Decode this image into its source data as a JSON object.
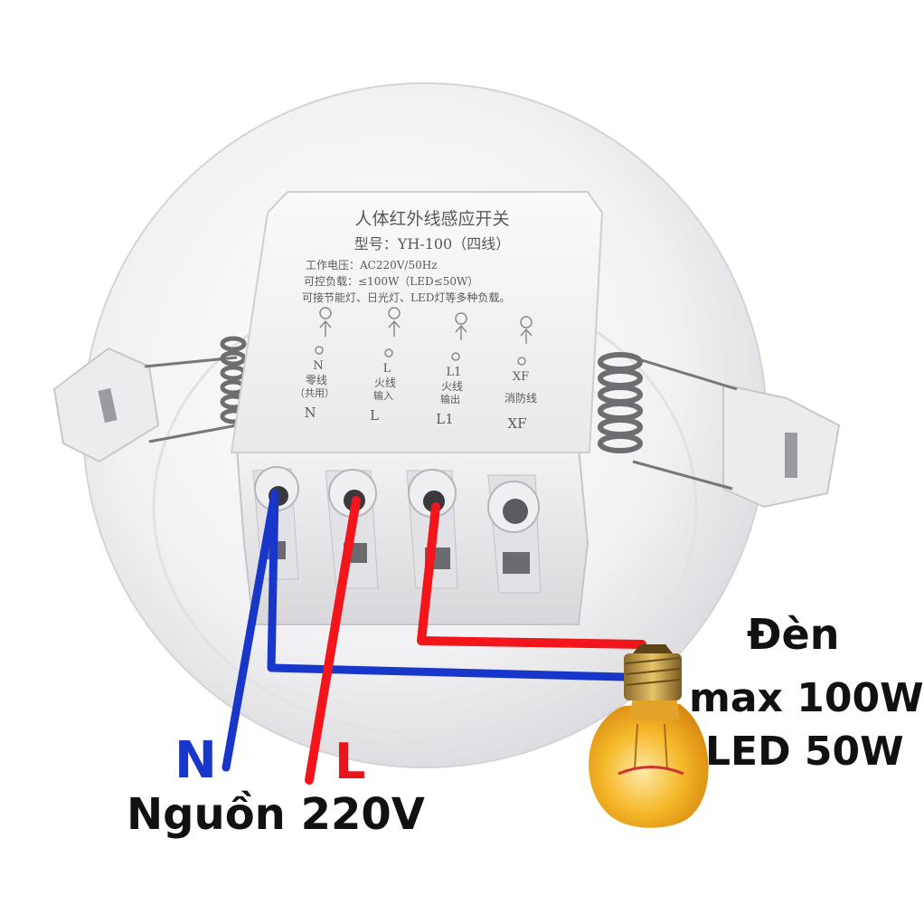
{
  "device": {
    "title": "人体红外线感应开关",
    "model": "型号：YH-100（四线）",
    "voltage": "工作电压：AC220V/50Hz",
    "load": "可控负载：≤100W（LED≤50W）",
    "note": "可接节能灯、日光灯、LED灯等多种负载。",
    "terminals": [
      {
        "code": "N",
        "desc_line1": "零线",
        "desc_line2": "（共用）",
        "bottom": "N"
      },
      {
        "code": "L",
        "desc_line1": "火线",
        "desc_line2": "输入",
        "bottom": "L"
      },
      {
        "code": "L1",
        "desc_line1": "火线",
        "desc_line2": "输出",
        "bottom": "L1"
      },
      {
        "code": "XF",
        "desc_line1": "消防线",
        "desc_line2": "",
        "bottom": "XF"
      }
    ]
  },
  "labels": {
    "neutral": "N",
    "live": "L",
    "source": "Nguồn 220V",
    "lamp_title": "Đèn",
    "lamp_max": "max 100W",
    "lamp_led": "LED 50W"
  },
  "colors": {
    "neutral_wire": "#1836c9",
    "live_wire": "#f2161c",
    "bulb_glass": "#f5b82a",
    "bulb_base": "#c89a3a"
  }
}
